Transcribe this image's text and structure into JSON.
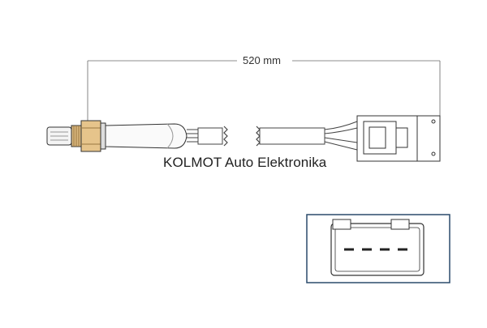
{
  "dimension": {
    "length_label": "520 mm"
  },
  "watermark": {
    "text": "KOLMOT Auto Elektronika"
  },
  "colors": {
    "outline": "#333333",
    "thread": "#c9a36a",
    "inset_border": "#2a4a6b",
    "dimension_line": "#555555"
  },
  "parts": {
    "sensor_icon": "oxygen-sensor-icon",
    "connector_icon": "connector-plug-icon",
    "pinout_icon": "connector-pinout-icon",
    "pin_count": 4
  }
}
